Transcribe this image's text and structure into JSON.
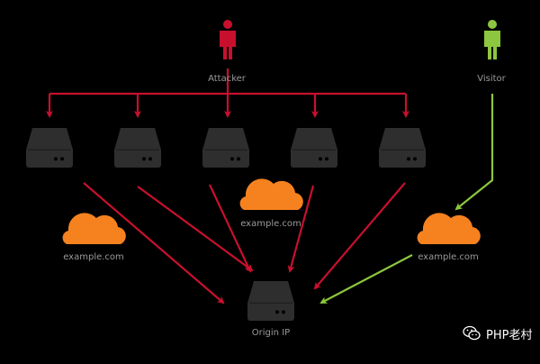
{
  "colors": {
    "background": "#000000",
    "attack": "#c8102e",
    "visitor": "#8dc63f",
    "cloud": "#f6821f",
    "server": "#2e2e2e",
    "label": "#9a9a9a"
  },
  "nodes": {
    "attacker": {
      "label": "Attacker",
      "icon": "person-icon"
    },
    "visitor": {
      "label": "Visitor",
      "icon": "person-icon"
    },
    "servers": [
      {
        "icon": "server-icon"
      },
      {
        "icon": "server-icon"
      },
      {
        "icon": "server-icon"
      },
      {
        "icon": "server-icon"
      },
      {
        "icon": "server-icon"
      }
    ],
    "clouds": [
      {
        "label": "example.com",
        "icon": "cloud-icon"
      },
      {
        "label": "example.com",
        "icon": "cloud-icon"
      },
      {
        "label": "example.com",
        "icon": "cloud-icon"
      }
    ],
    "origin": {
      "label": "Origin IP",
      "icon": "server-icon"
    }
  },
  "watermark": {
    "text": "PHP老村",
    "icon": "wechat-icon"
  }
}
